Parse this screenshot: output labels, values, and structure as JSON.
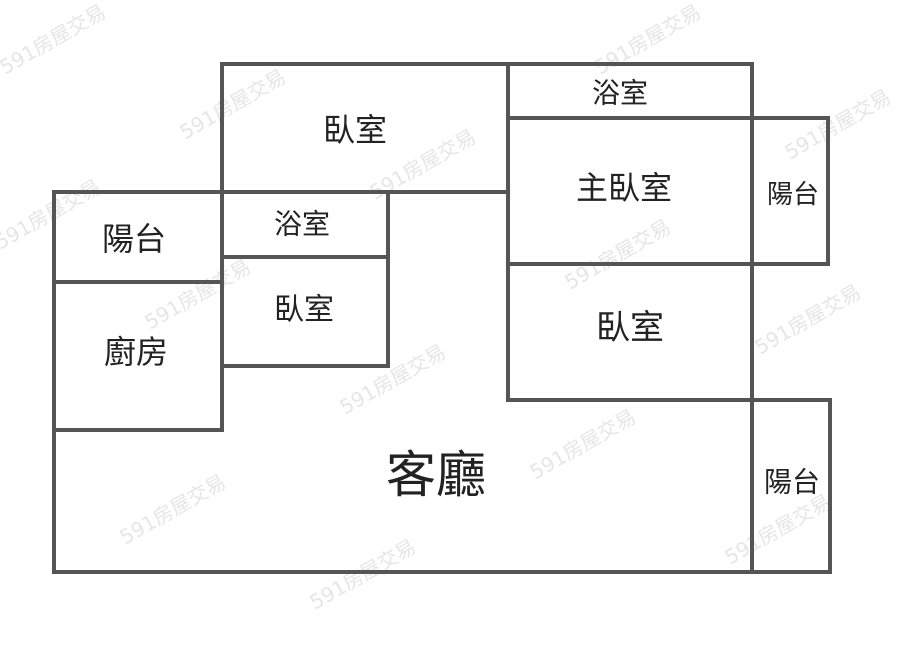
{
  "colors": {
    "wall": "#555555",
    "label": "#222222",
    "watermark": "#e6e6e6",
    "background": "#ffffff"
  },
  "watermark": {
    "text": "591房屋交易"
  },
  "rooms": {
    "bedroom_top": "臥室",
    "bath_top_right": "浴室",
    "master_bedroom": "主臥室",
    "balcony_right_top": "陽台",
    "balcony_left": "陽台",
    "bath_middle": "浴室",
    "bedroom_middle": "臥室",
    "bedroom_right": "臥室",
    "kitchen": "廚房",
    "living_room": "客廳",
    "balcony_right_bottom": "陽台"
  }
}
